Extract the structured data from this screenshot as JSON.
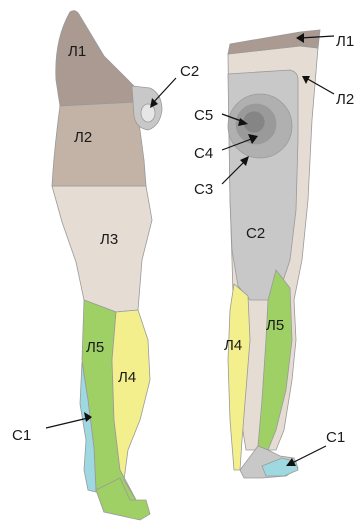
{
  "colors": {
    "L1": "#aa9a92",
    "L2": "#c3b2a6",
    "L3": "#e5dcd3",
    "L4": "#f2ef8c",
    "L5": "#9fd066",
    "S1": "#9ed8e0",
    "S2": "#c8c8c8",
    "S3": "#b0b0b0",
    "S4": "#9a9a9a",
    "S5": "#858585"
  },
  "labels": {
    "anterior": {
      "L1": "Л1",
      "S2": "С2",
      "L2": "Л2",
      "L3": "Л3",
      "L5": "Л5",
      "L4": "Л4",
      "S1": "С1"
    },
    "posterior": {
      "L1": "Л1",
      "L2": "Л2",
      "S5": "С5",
      "S4": "С4",
      "S3": "С3",
      "S2": "С2",
      "L5": "Л5",
      "L4": "Л4",
      "S1": "С1"
    }
  }
}
